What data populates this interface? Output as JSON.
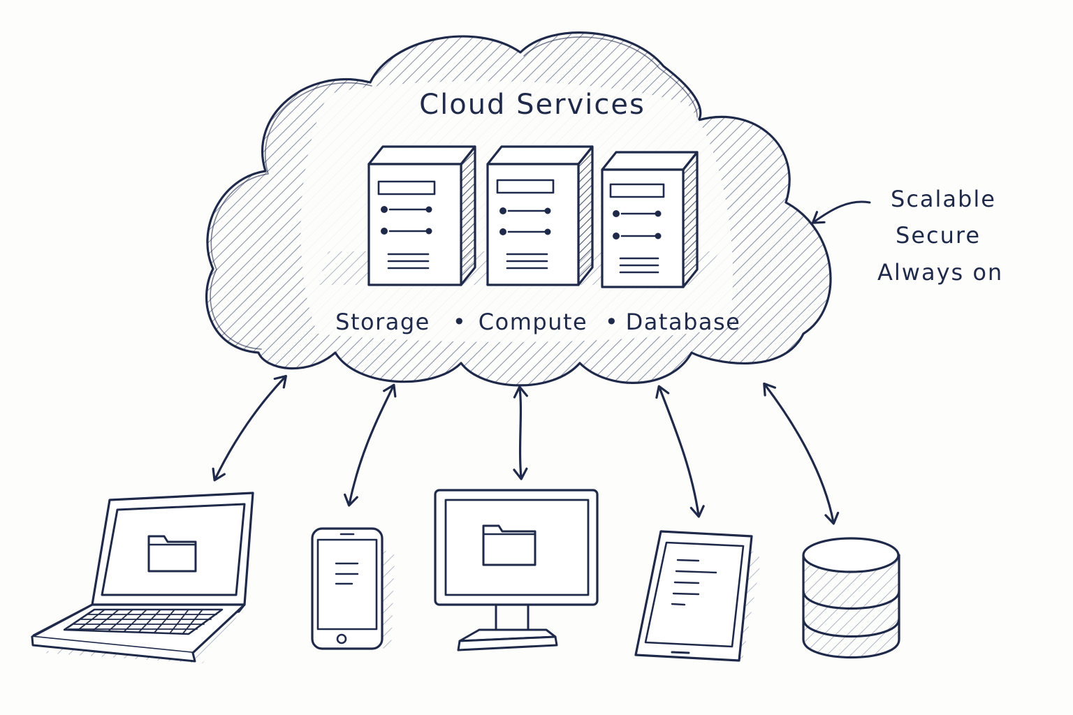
{
  "cloud": {
    "title": "Cloud Services",
    "services": [
      "Storage",
      "Compute",
      "Database"
    ],
    "separator": "•"
  },
  "note": {
    "lines": [
      "Scalable",
      "Secure",
      "Always on"
    ]
  },
  "devices": [
    {
      "name": "laptop",
      "icon": "laptop-icon"
    },
    {
      "name": "smartphone",
      "icon": "smartphone-icon"
    },
    {
      "name": "desktop",
      "icon": "desktop-monitor-icon"
    },
    {
      "name": "tablet",
      "icon": "tablet-icon"
    },
    {
      "name": "database",
      "icon": "database-cylinder-icon"
    }
  ],
  "colors": {
    "ink": "#1f2a4a",
    "hatch": "#6b7597",
    "paper": "#fdfdfb"
  }
}
